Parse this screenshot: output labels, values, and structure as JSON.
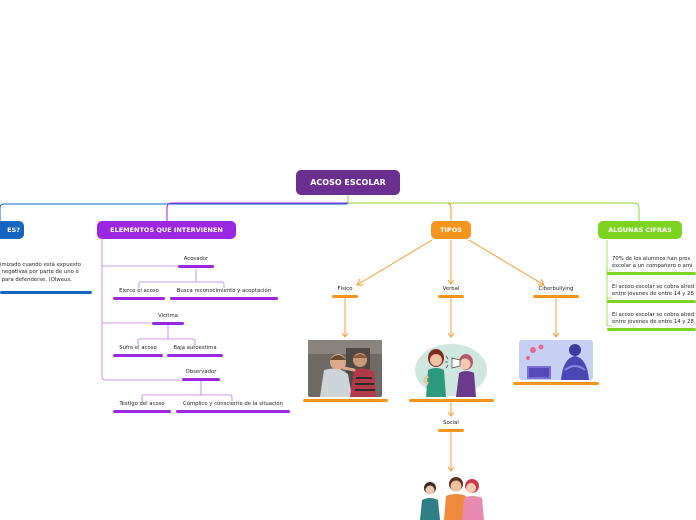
{
  "root": {
    "label": "ACOSO ESCOLAR",
    "color": "#6a2f90"
  },
  "branches": {
    "que_es": {
      "label": "ES?",
      "color": "#1565c0",
      "text": "imizado cuando está expuesto\n negativas por parte de uno o\n para defenderse. (Olweus,"
    },
    "elementos": {
      "label": "ELEMENTOS QUE INTERVIENEN",
      "color": "#9c27e0",
      "acosador": "Acosador",
      "acosador_children": [
        "Ejerce el acoso",
        "Busca reconocimiento y aceptación"
      ],
      "victima": "Vicitma",
      "victima_children": [
        "Sufre el acoso",
        "Baja autoestima"
      ],
      "observador": "Observador",
      "observador_children": [
        "Testigo del acoso",
        "Cómplice y consciente de la situación"
      ]
    },
    "tipos": {
      "label": "TIPOS",
      "color": "#f7941d",
      "fisico": "Físico",
      "verbal": "Verbal",
      "ciberbullying": "Ciberbullying",
      "social": "Social"
    },
    "cifras": {
      "label": "ALGUNAS CIFRAS",
      "color": "#7ed321",
      "items": [
        "70% de los alumnos han pres\nescolar a un compañero o ami",
        "El acoso escolar se cobra alred\nentre jóvenes de entre 14 y 28",
        "El acoso escolar se cobra alred\nentre jóvenes de entre 14 y 28"
      ]
    }
  },
  "colors": {
    "connector_purple": "#c07ae8",
    "connector_orange": "#f7941d",
    "connector_green": "#8bd630",
    "connector_blue": "#1565c0"
  },
  "icons": [
    "photo-fisico-icon",
    "illustration-verbal-icon",
    "illustration-ciberbullying-icon",
    "illustration-social-icon"
  ]
}
